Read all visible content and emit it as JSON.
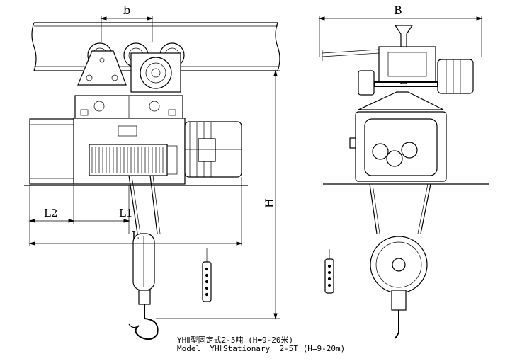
{
  "dimensions": {
    "b": "b",
    "B": "B",
    "H": "H",
    "L": "L",
    "L1": "L1",
    "L2": "L2"
  },
  "caption": {
    "line1": "YHⅡ型固定式2-5吨 (H=9-20米)",
    "line2": "Model  YHⅡStationary  2-5T (H=9-20m)"
  }
}
